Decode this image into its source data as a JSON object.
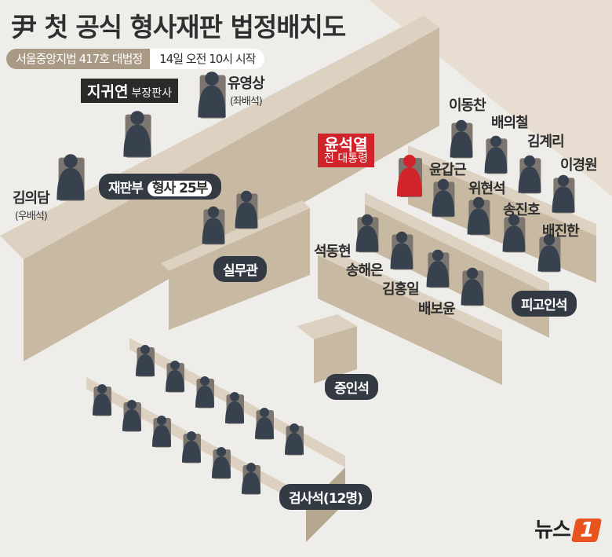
{
  "title": "尹 첫 공식 형사재판 법정배치도",
  "venue": "서울중앙지법 417호 대법정",
  "time": "14일 오전 10시 시작",
  "judges": {
    "presiding": {
      "name": "지귀연",
      "role": "부장판사"
    },
    "left": {
      "name": "유영상",
      "role": "(좌배석)"
    },
    "right": {
      "name": "김의담",
      "role": "(우배석)"
    },
    "panel_label": "재판부",
    "panel_name": "형사 25부"
  },
  "clerk_label": "실무관",
  "defendant": {
    "name": "윤석열",
    "role": "전 대통령",
    "color": "#d0232a"
  },
  "lawyers_back": [
    "이동찬",
    "배의철",
    "김계리",
    "이경원"
  ],
  "lawyers_middle": [
    "윤갑근",
    "위현석",
    "송진호",
    "배진한"
  ],
  "lawyers_front": [
    "석동현",
    "송해은",
    "김홍일",
    "배보윤"
  ],
  "defendant_seat_label": "피고인석",
  "witness_seat_label": "증인석",
  "prosecutor_seat_label": "검사석(12명)",
  "logo": {
    "text": "뉴스",
    "mark": "1"
  },
  "colors": {
    "person": "#38424f",
    "desk": "#cbbca5",
    "desk_side": "#b5a68f",
    "background": "#efedea",
    "accent_tan": "#a99a85"
  }
}
